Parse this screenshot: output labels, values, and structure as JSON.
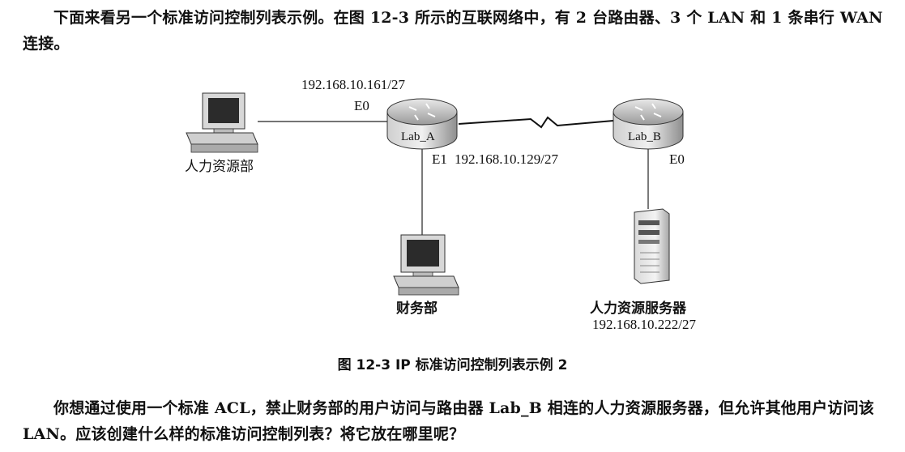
{
  "intro_text": "下面来看另一个标准访问控制列表示例。在图 12-3 所示的互联网络中，有 2 台路由器、3 个 LAN 和 1 条串行 WAN 连接。",
  "figure": {
    "caption": "图 12-3    IP 标准访问控制列表示例 2",
    "router_a": {
      "label": "Lab_A",
      "e0_label": "E0",
      "e0_ip": "192.168.10.161/27",
      "e1_label": "E1",
      "e1_ip": "192.168.10.129/27"
    },
    "router_b": {
      "label": "Lab_B",
      "e0_label": "E0"
    },
    "hr_pc_label": "人力资源部",
    "finance_pc_label": "财务部",
    "hr_server": {
      "label": "人力资源服务器",
      "ip": "192.168.10.222/27"
    }
  },
  "question_text": "你想通过使用一个标准 ACL，禁止财务部的用户访问与路由器 Lab_B 相连的人力资源服务器，但允许其他用户访问该 LAN。应该创建什么样的标准访问控制列表？将它放在哪里呢？"
}
